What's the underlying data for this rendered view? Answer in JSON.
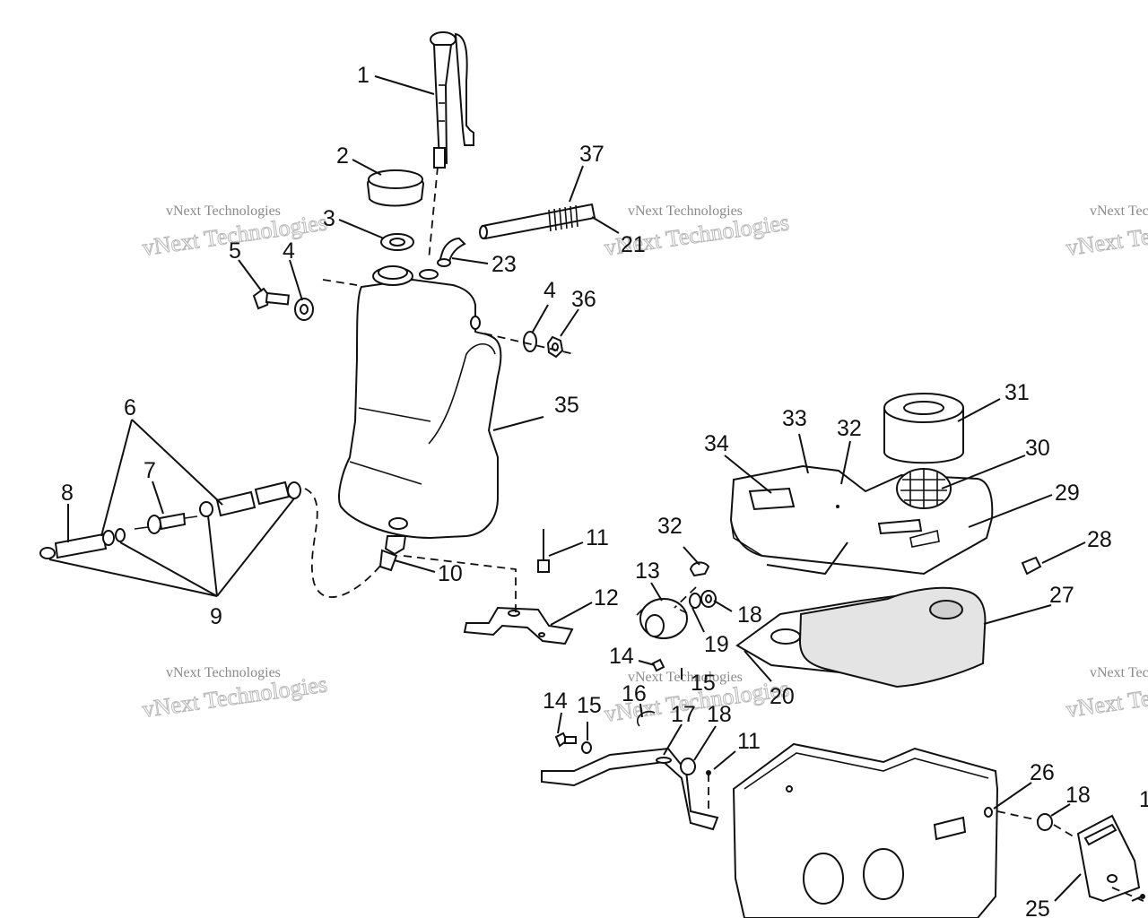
{
  "watermark": {
    "small_text": "vNext Technologies",
    "big_text": "vNext Technologies"
  },
  "callouts": {
    "c1": "1",
    "c2": "2",
    "c3": "3",
    "c4a": "4",
    "c4b": "4",
    "c5": "5",
    "c6": "6",
    "c7": "7",
    "c8": "8",
    "c9": "9",
    "c10": "10",
    "c11a": "11",
    "c11b": "11",
    "c12": "12",
    "c13": "13",
    "c14a": "14",
    "c14b": "14",
    "c15a": "15",
    "c15b": "15",
    "c16": "16",
    "c17": "17",
    "c18a": "18",
    "c18b": "18",
    "c18c": "18",
    "c19": "19",
    "c20": "20",
    "c21": "21",
    "c23": "23",
    "c25": "25",
    "c26": "26",
    "c27": "27",
    "c28": "28",
    "c29": "29",
    "c30": "30",
    "c31": "31",
    "c32a": "32",
    "c32b": "32",
    "c33": "33",
    "c34": "34",
    "c35": "35",
    "c36": "36",
    "c37": "37",
    "c1edge": "1"
  },
  "colors": {
    "ink": "#111111",
    "watermark": "#b9b9b9",
    "background": "#ffffff"
  }
}
